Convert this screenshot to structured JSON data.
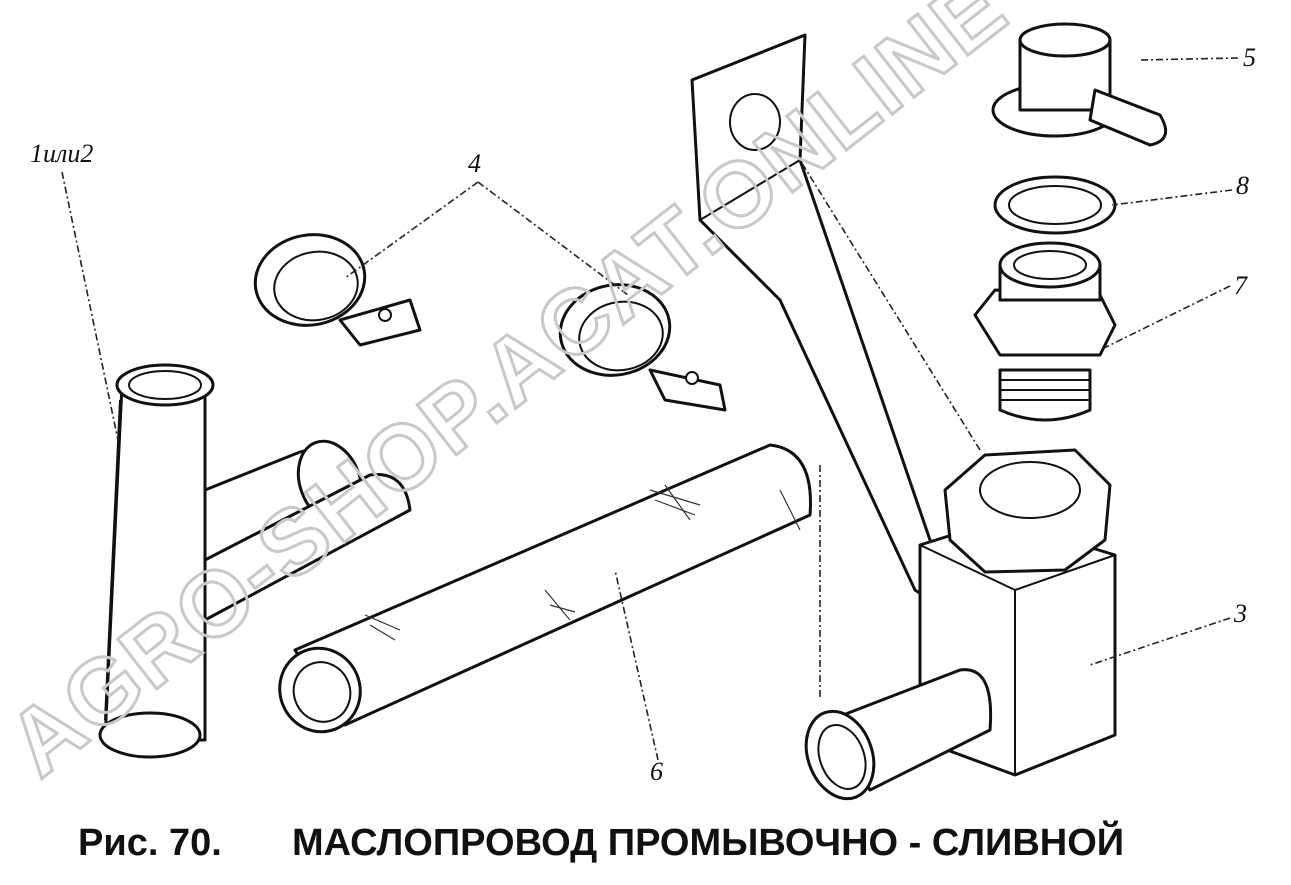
{
  "figure": {
    "number_label": "Рис. 70.",
    "title": "МАСЛОПРОВОД ПРОМЫВОЧНО - СЛИВНОЙ"
  },
  "callouts": {
    "tee_pipe": "1или2",
    "clamps": "4",
    "plug": "5",
    "washer": "8",
    "union": "7",
    "nut_block": "3",
    "hose": "6"
  },
  "watermark": "AGRO-SHOP.ACAT.ONLINE",
  "colors": {
    "ink": "#111111",
    "watermark": "#c8c8c8",
    "paper": "#ffffff"
  }
}
